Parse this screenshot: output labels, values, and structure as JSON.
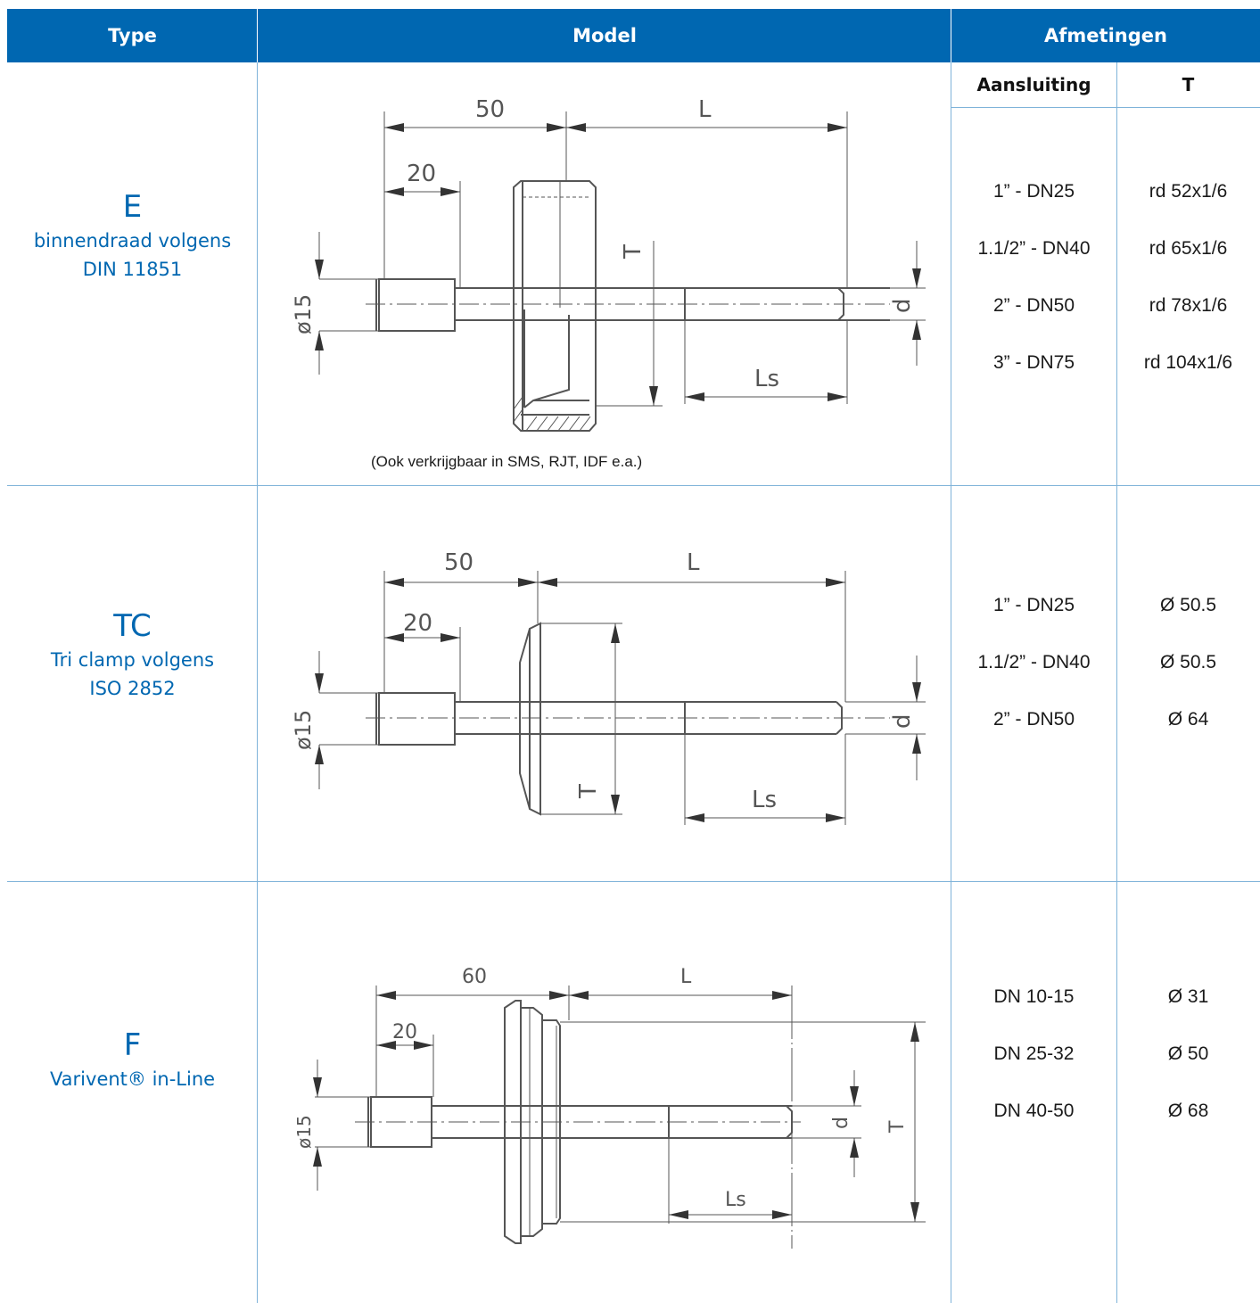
{
  "header": {
    "type": "Type",
    "model": "Model",
    "dimensions": "Afmetingen"
  },
  "subheader": {
    "connection": "Aansluiting",
    "t": "T"
  },
  "rows": [
    {
      "code": "E",
      "desc1": "binnendraad volgens",
      "desc2": "DIN 11851",
      "note": "(Ook verkrijgbaar in SMS, RJT, IDF e.a.)",
      "drawing": {
        "a": "50",
        "b": "20",
        "len": "L",
        "ls": "Ls",
        "t": "T",
        "d": "d",
        "dia": "ø15"
      },
      "connections": [
        "1” - DN25",
        "1.1/2” - DN40",
        "2” - DN50",
        "3” - DN75"
      ],
      "t_values": [
        "rd 52x1/6",
        "rd 65x1/6",
        "rd 78x1/6",
        "rd 104x1/6"
      ]
    },
    {
      "code": "TC",
      "desc1": "Tri clamp volgens",
      "desc2": "ISO 2852",
      "drawing": {
        "a": "50",
        "b": "20",
        "len": "L",
        "ls": "Ls",
        "t": "T",
        "d": "d",
        "dia": "ø15"
      },
      "connections": [
        "1” - DN25",
        "1.1/2” - DN40",
        "2” - DN50"
      ],
      "t_values": [
        "Ø 50.5",
        "Ø 50.5",
        "Ø 64"
      ]
    },
    {
      "code": "F",
      "desc1": "Varivent® in-Line",
      "drawing": {
        "a": "60",
        "b": "20",
        "len": "L",
        "ls": "Ls",
        "t": "T",
        "d": "d",
        "dia": "ø15"
      },
      "connections": [
        "DN 10-15",
        "DN 25-32",
        "DN 40-50"
      ],
      "t_values": [
        "Ø 31",
        "Ø 50",
        "Ø 68"
      ]
    }
  ]
}
